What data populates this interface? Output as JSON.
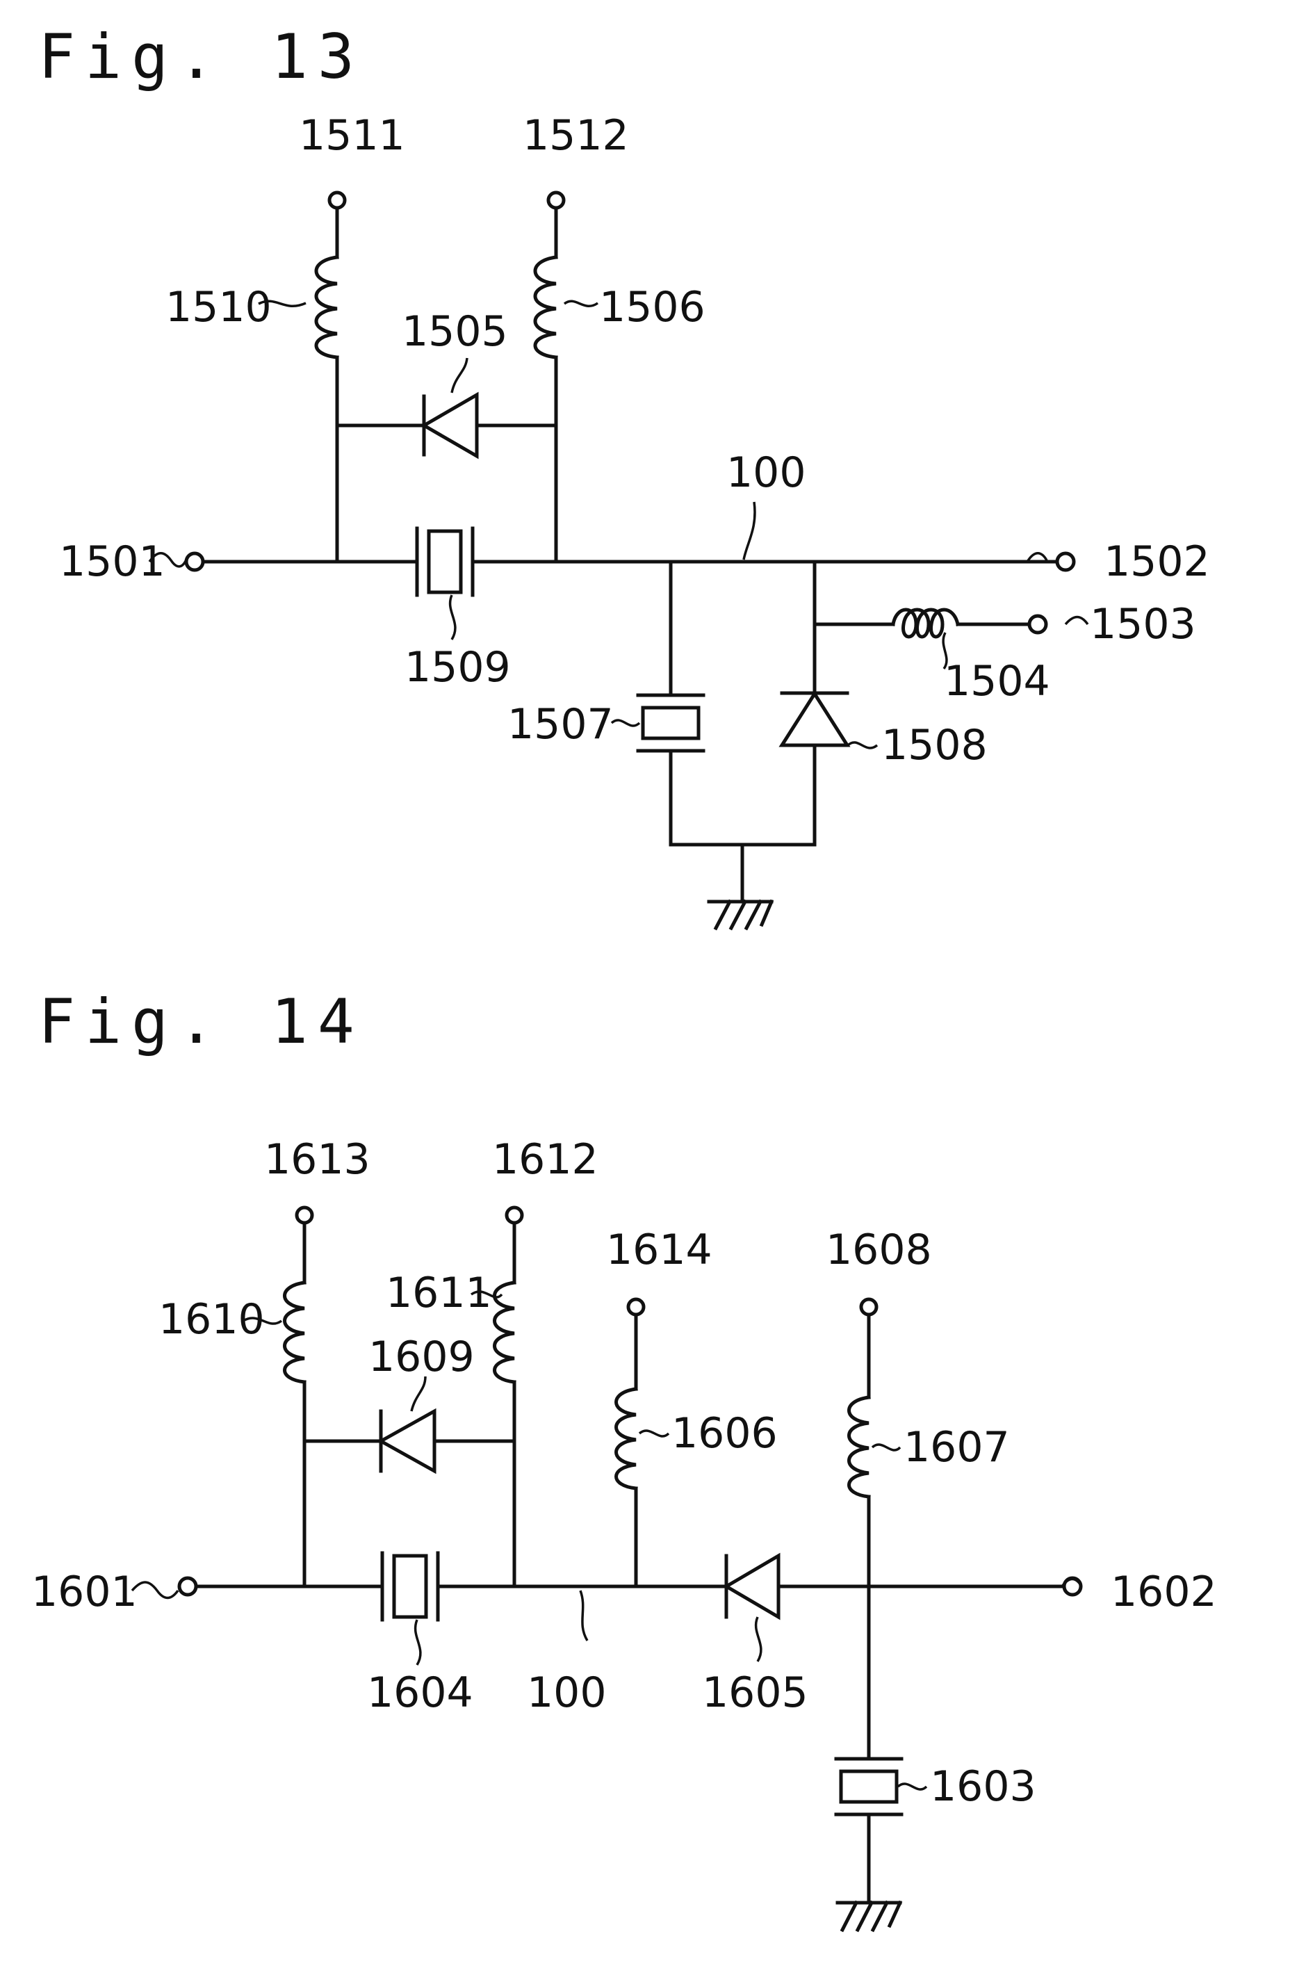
{
  "fig13": {
    "title": "Fig. 13",
    "labels": {
      "l1501": "1501",
      "l1502": "1502",
      "l1503": "1503",
      "l1504": "1504",
      "l1505": "1505",
      "l1506": "1506",
      "l1507": "1507",
      "l1508": "1508",
      "l1509": "1509",
      "l1510": "1510",
      "l1511": "1511",
      "l1512": "1512",
      "l100": "100"
    }
  },
  "fig14": {
    "title": "Fig. 14",
    "labels": {
      "l1601": "1601",
      "l1602": "1602",
      "l1603": "1603",
      "l1604": "1604",
      "l1605": "1605",
      "l1606": "1606",
      "l1607": "1607",
      "l1608": "1608",
      "l1609": "1609",
      "l1610": "1610",
      "l1611": "1611",
      "l1612": "1612",
      "l1613": "1613",
      "l1614": "1614",
      "l100": "100"
    }
  }
}
